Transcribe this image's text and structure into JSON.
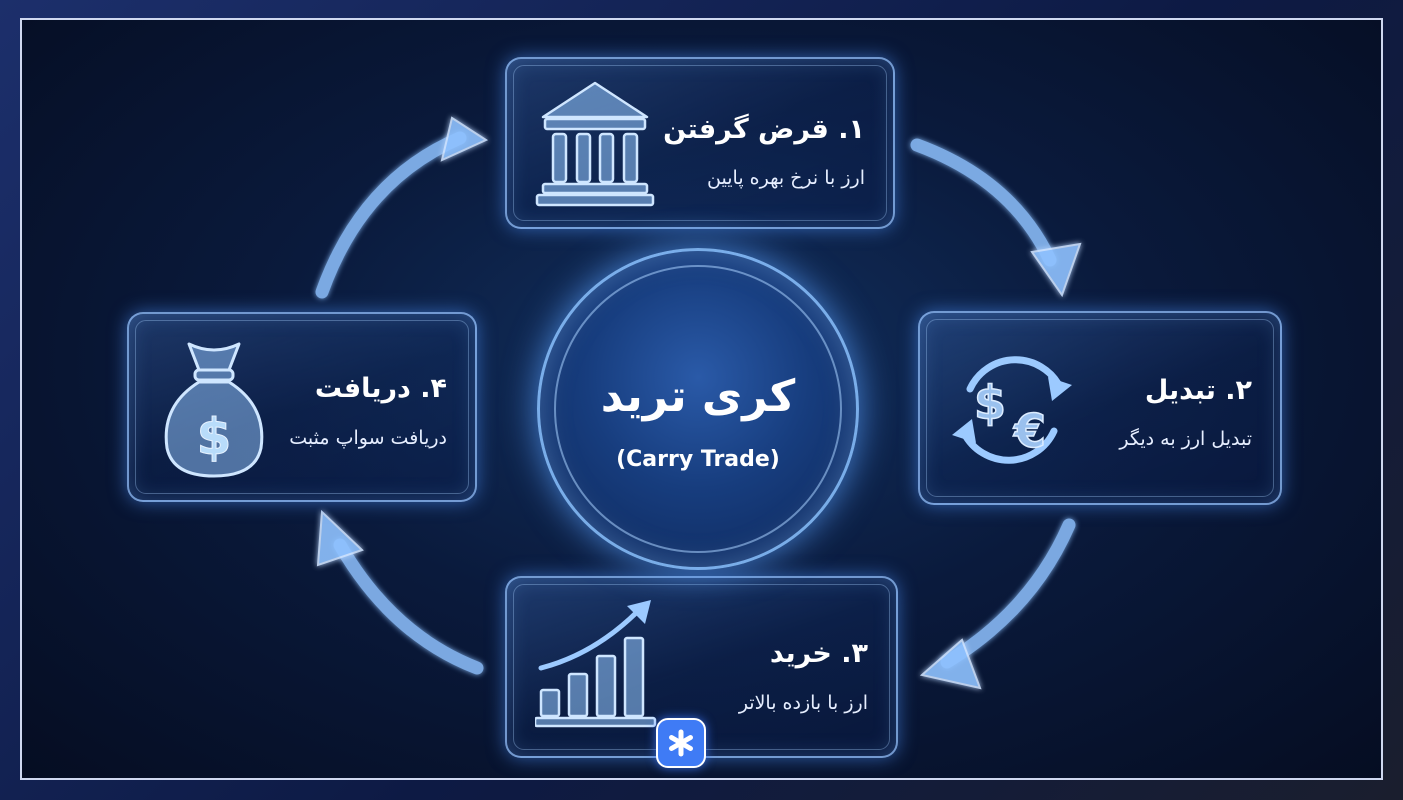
{
  "center": {
    "title": "کری ترید",
    "subtitle": "(Carry Trade)"
  },
  "steps": [
    {
      "title": "۱. قرض گرفتن",
      "description": "ارز با نرخ بهره پایین",
      "icon": "bank-icon"
    },
    {
      "title": "۲. تبدیل",
      "description": "تبدیل ارز به دیگر",
      "icon": "currency-exchange-icon"
    },
    {
      "title": "۳. خرید",
      "description": "ارز با بازده بالاتر",
      "icon": "growth-chart-icon"
    },
    {
      "title": "۴. دریافت",
      "description": "دریافت سواپ مثبت",
      "icon": "money-bag-icon"
    }
  ],
  "brand": {
    "logo": "asterisk-logo-icon",
    "accent": "#3f7bf5"
  },
  "colors": {
    "background": "#0a1a3c",
    "glow": "#5aa0ff",
    "text": "#ffffff"
  }
}
